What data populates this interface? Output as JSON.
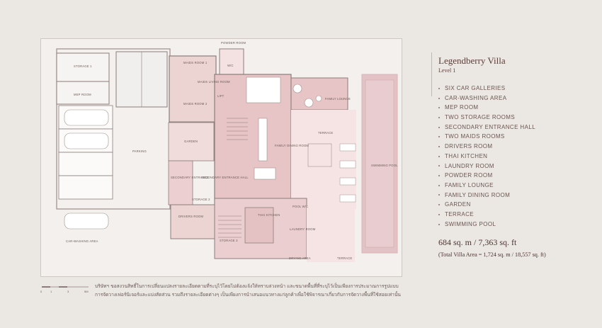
{
  "villa": {
    "name": "Legendberry Villa",
    "level": "Level 1",
    "features": [
      "SIX CAR GALLERIES",
      "CAR-WASHING AREA",
      "MEP ROOM",
      "TWO STORAGE ROOMS",
      "SECONDARY ENTRANCE HALL",
      "TWO MAIDS ROOMS",
      "DRIVERS ROOM",
      "THAI KITCHEN",
      "LAUNDRY ROOM",
      "POWDER ROOM",
      "FAMILY LOUNGE",
      "FAMILY DINING ROOM",
      "GARDEN",
      "TERRACE",
      "SWIMMING POOL"
    ],
    "area": "684 sq. m / 7,363 sq. ft",
    "total_area": "(Total Villa Area = 1,724 sq. m / 18,557 sq. ft)"
  },
  "plan": {
    "labels": {
      "powder_room": "POWDER ROOM",
      "storage_1": "STORAGE 1",
      "mep_room": "MEP ROOM",
      "parking": "PARKING",
      "car_washing_area": "CAR-WASHING AREA",
      "maids_room_1": "MAIDS ROOM 1",
      "maids_room_2": "MAIDS ROOM 2",
      "maids_living_room": "MAIDS LIVING ROOM",
      "wc": "W/C",
      "lift": "LIFT",
      "family_lounge": "FAMILY LOUNGE",
      "garden": "GARDEN",
      "family_dining_room": "FAMILY DINING ROOM",
      "terrace": "TERRACE",
      "secondary_entrance": "SECONDARY ENTRANCE",
      "secondary_entrance_hall": "SECONDARY ENTRANCE HALL",
      "swimming_pool": "SWIMMING POOL",
      "storage_2": "STORAGE 2",
      "drivers_room": "DRIVERS ROOM",
      "thai_kitchen": "THAI KITCHEN",
      "pool_wc": "POOL W/C",
      "laundry_room": "LAUNDRY ROOM",
      "storage_3": "STORAGE 3",
      "drying_area": "DRYING AREA",
      "terrace_2": "TERRACE"
    },
    "scale": {
      "ticks": [
        "0",
        "1",
        "3",
        "5M"
      ]
    }
  },
  "disclaimer": {
    "line1": "บริษัทฯ ขอสงวนสิทธิ์ในการเปลี่ยนแปลงรายละเอียดตามที่ระบุไว้โดยไม่ต้องแจ้งให้ทราบล่วงหน้า และขนาดพื้นที่ที่ระบุไว้เป็นเพียงการประมาณการรูปแบบ",
    "line2": "การจัดวางเฟอร์นิเจอร์และแบ่งสัดส่วน รวมถึงรายละเอียดต่างๆ เป็นเพียงการนำเสนอแนวทางแก่ลูกค้าเพื่อใช้พิจารณาเกี่ยวกับการจัดวางพื้นที่ใช้สอยเท่านั้น"
  },
  "colors": {
    "background": "#ebe7e3",
    "plan_pink": "#e8c8c8",
    "plan_pink_dark": "#ddb3b5",
    "wall": "#8c7d7a",
    "text": "#5c3c36"
  }
}
